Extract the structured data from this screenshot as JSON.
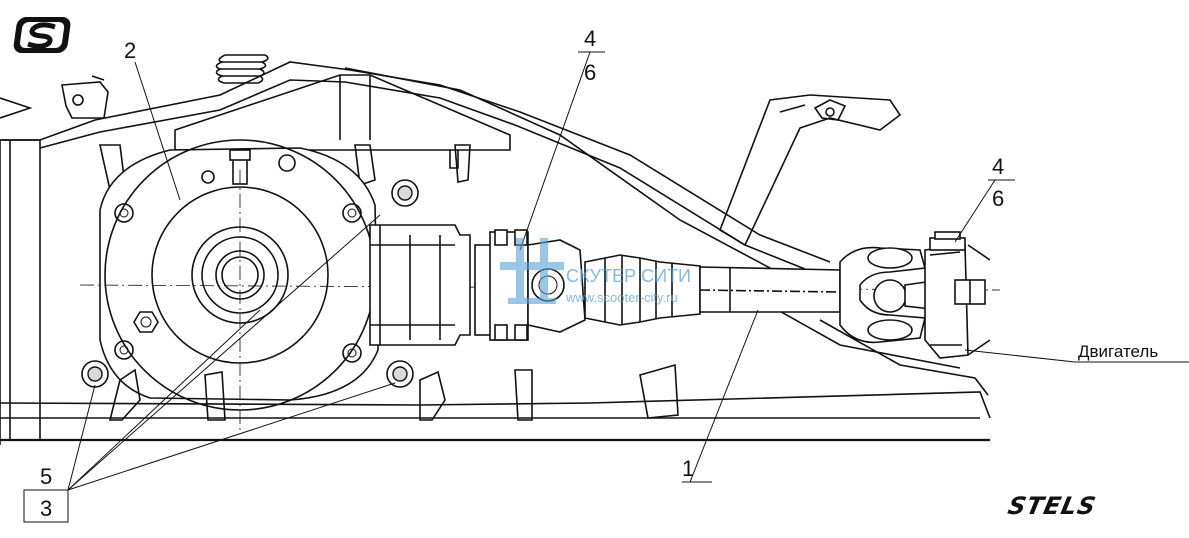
{
  "labels": {
    "callout_1": "1",
    "callout_2": "2",
    "callout_3": "3",
    "callout_5": "5",
    "callout_4_top": "4",
    "callout_6_top": "6",
    "callout_4_right": "4",
    "callout_6_right": "6",
    "engine": "Двигатель"
  },
  "watermark": {
    "line1": "СКУТЕР СИТИ",
    "line2": "www.scooter-city.ru"
  },
  "logos": {
    "top_left": "S",
    "bottom_right": "STELS"
  },
  "colors": {
    "line": "#111111",
    "background": "#ffffff",
    "watermark": "#5aa2d8"
  }
}
